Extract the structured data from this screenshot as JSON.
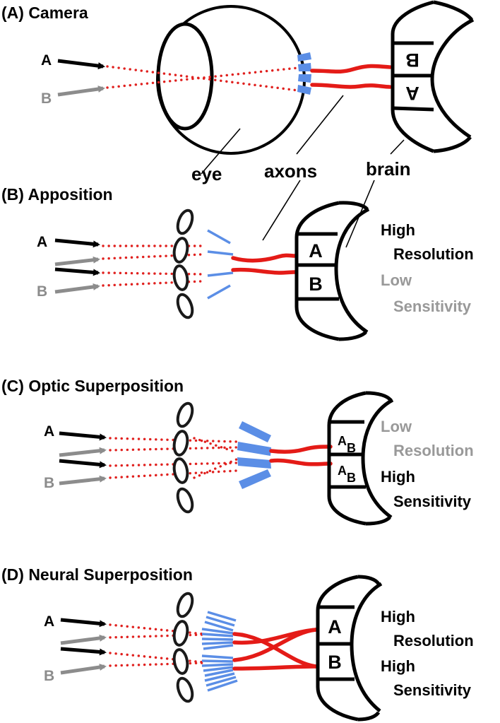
{
  "panels": {
    "a": {
      "title": "(A) Camera",
      "ray_a": "A",
      "ray_b": "B",
      "brain_top": "B",
      "brain_bottom": "A"
    },
    "b": {
      "title": "(B) Apposition",
      "ray_a": "A",
      "ray_b": "B",
      "brain_top": "A",
      "brain_bottom": "B",
      "line1": "High",
      "line2": "Resolution",
      "line3": "Low",
      "line4": "Sensitivity"
    },
    "c": {
      "title": "(C) Optic Superposition",
      "ray_a": "A",
      "ray_b": "B",
      "brain_top_main": "A",
      "brain_top_sub": "B",
      "brain_bottom_main": "A",
      "brain_bottom_sub": "B",
      "line1": "Low",
      "line2": "Resolution",
      "line3": "High",
      "line4": "Sensitivity"
    },
    "d": {
      "title": "(D) Neural Superposition",
      "ray_a": "A",
      "ray_b": "B",
      "brain_top": "A",
      "brain_bottom": "B",
      "line1": "High",
      "line2": "Resolution",
      "line3": "High",
      "line4": "Sensitivity"
    }
  },
  "callouts": {
    "eye": "eye",
    "axons": "axons",
    "brain": "brain"
  },
  "colors": {
    "arrow_a": "#000000",
    "arrow_b": "#8c8c8c",
    "ray": "#e0201e",
    "axon": "#e41b17",
    "photoreceptor": "#5b8ee6",
    "outline": "#000000",
    "text_dark": "#000000",
    "text_grey": "#999999"
  }
}
